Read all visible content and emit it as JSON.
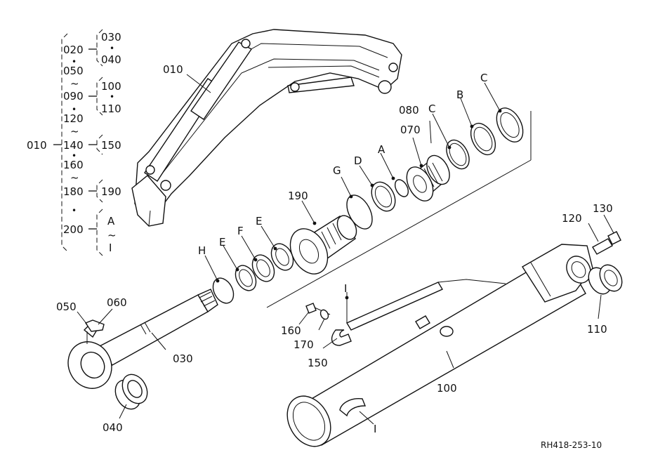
{
  "tree": {
    "root": "010",
    "g1": "020",
    "g1_subs": [
      "030",
      "040"
    ],
    "g2": [
      "050",
      "090"
    ],
    "g2_subs": [
      "100",
      "110"
    ],
    "g3": [
      "120",
      "140"
    ],
    "g3_sub": "150",
    "g4": [
      "160",
      "180"
    ],
    "g4_sub": "190",
    "g5": "200",
    "g5_subs": [
      "A",
      "I"
    ],
    "dot": "•",
    "tilde": "~"
  },
  "callouts": {
    "p010": "010",
    "p030": "030",
    "p040": "040",
    "p050": "050",
    "p060": "060",
    "p070": "070",
    "p080": "080",
    "p100": "100",
    "p110": "110",
    "p120": "120",
    "p130": "130",
    "p150": "150",
    "p160": "160",
    "p170": "170",
    "p190": "190",
    "A": "A",
    "B": "B",
    "C1": "C",
    "C2": "C",
    "D": "D",
    "E1": "E",
    "E2": "E",
    "F": "F",
    "G": "G",
    "H": "H",
    "I1": "I",
    "I2": "I"
  },
  "reference": "RH418-253-10"
}
